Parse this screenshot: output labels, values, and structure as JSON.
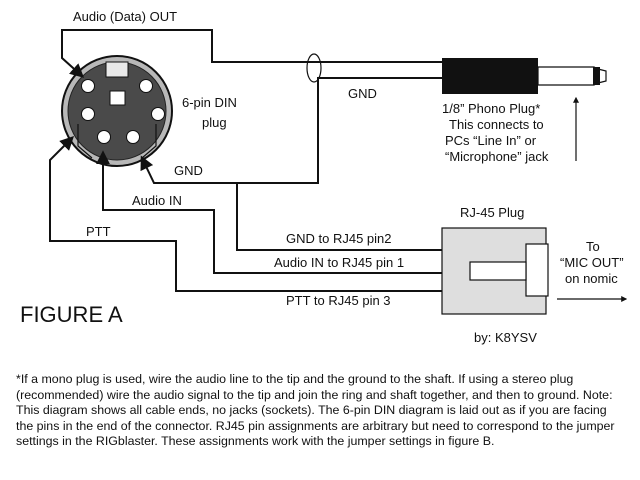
{
  "labels": {
    "audio_out": "Audio (Data) OUT",
    "din_name_line1": "6-pin DIN",
    "din_name_line2": "plug",
    "gnd_top": "GND",
    "gnd_din": "GND",
    "audio_in": "Audio IN",
    "ptt": "PTT",
    "phono_line1": "1/8” Phono Plug*",
    "phono_line2": "This connects to",
    "phono_line3": "PCs “Line In” or",
    "phono_line4": "“Microphone” jack",
    "rj45_title": "RJ-45 Plug",
    "gnd_rj45": "GND to RJ45 pin2",
    "audio_rj45": "Audio IN to RJ45 pin 1",
    "ptt_rj45": "PTT to RJ45 pin 3",
    "to_line1": "To",
    "to_line2": "“MIC OUT”",
    "to_line3": "on nomic",
    "figure_title": "FIGURE A",
    "byline": "by: K8YSV"
  },
  "footnote": "*If a mono plug is used, wire the audio line to the tip and the ground to the shaft. If using a stereo plug (recommended) wire the audio signal to the tip and join the ring and shaft together, and then to ground. Note: This diagram shows all cable ends, no jacks (sockets). The 6-pin DIN diagram is laid out as if you are facing the pins in the end of the connector. RJ45 pin assignments are arbitrary but need to correspond to the jumper settings in the RIGblaster. These assignments work with the jumper settings in figure B.",
  "colors": {
    "din_body": "#4a4a4a",
    "din_ring": "#b8b8b8",
    "rj45_body": "#dedede",
    "line": "#111111"
  }
}
